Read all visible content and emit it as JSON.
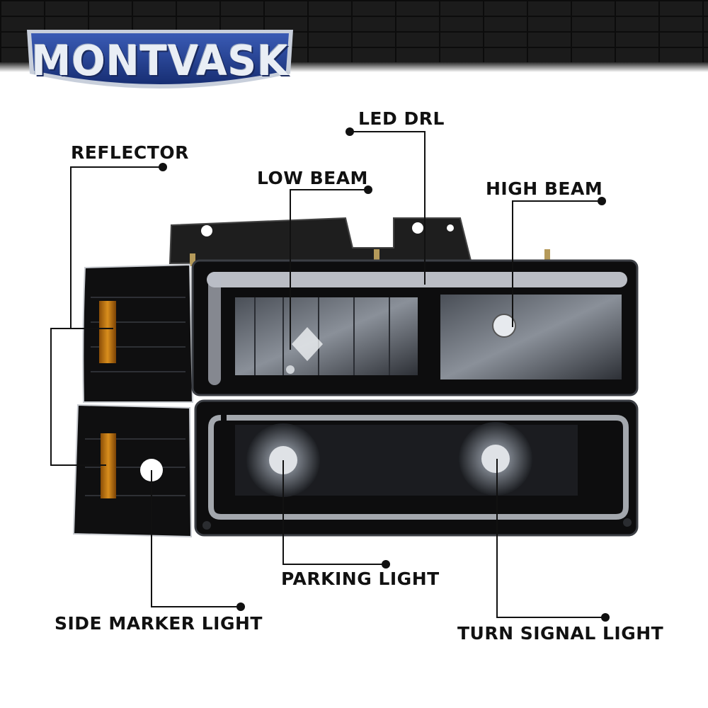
{
  "brand": {
    "name": "MONTVASK"
  },
  "callouts": {
    "reflector": "REFLECTOR",
    "led_drl": "LED DRL",
    "low_beam": "LOW BEAM",
    "high_beam": "HIGH BEAM",
    "parking_light": "PARKING LIGHT",
    "side_marker_light": "SIDE MARKER LIGHT",
    "turn_signal_light": "TURN SIGNAL LIGHT"
  },
  "colors": {
    "amber_reflector": "#c97a12",
    "housing": "#111111",
    "drl_glow": "#d9dde4",
    "logo_blue": "#1f3a8a"
  }
}
